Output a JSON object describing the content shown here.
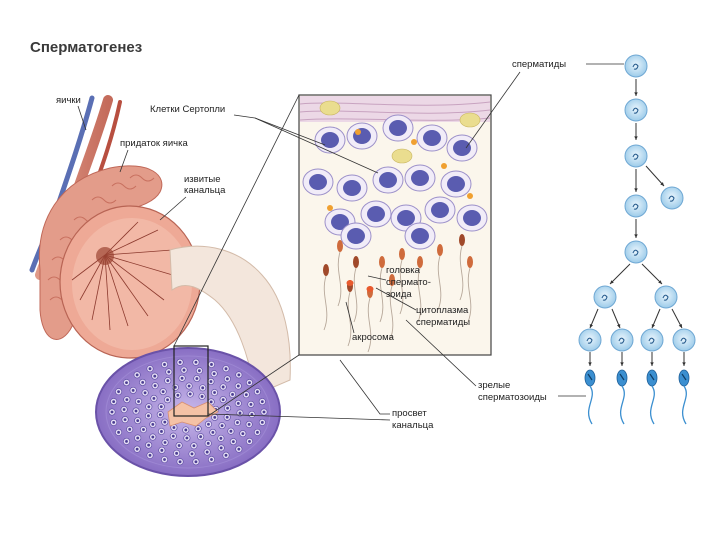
{
  "title": "Сперматогенез",
  "labels": {
    "testes": "яички",
    "sertoli": "Клетки Сертопли",
    "epididymis": "придаток яичка",
    "convoluted_1": "извитые",
    "convoluted_2": "канальца",
    "spermatids": "сперматиды",
    "head_1": "головка",
    "head_2": "сперматo-",
    "head_3": "зоида",
    "cytoplasm_1": "цитоплазма",
    "cytoplasm_2": "сперматиды",
    "acrosome": "акросома",
    "mature_1": "зрелые",
    "mature_2": "сперматозоиды",
    "lumen_1": "просвет",
    "lumen_2": "канальца"
  },
  "colors": {
    "tissue_pink": "#e8a593",
    "tissue_dark": "#c86e5e",
    "tubule_purple": "#8a73c4",
    "cell_nucleus": "#5a5cb0",
    "cell_blue": "#cfe6f5",
    "sperm_blue": "#3b8fd0",
    "tail_brown": "#a0492a",
    "background": "#ffffff"
  }
}
